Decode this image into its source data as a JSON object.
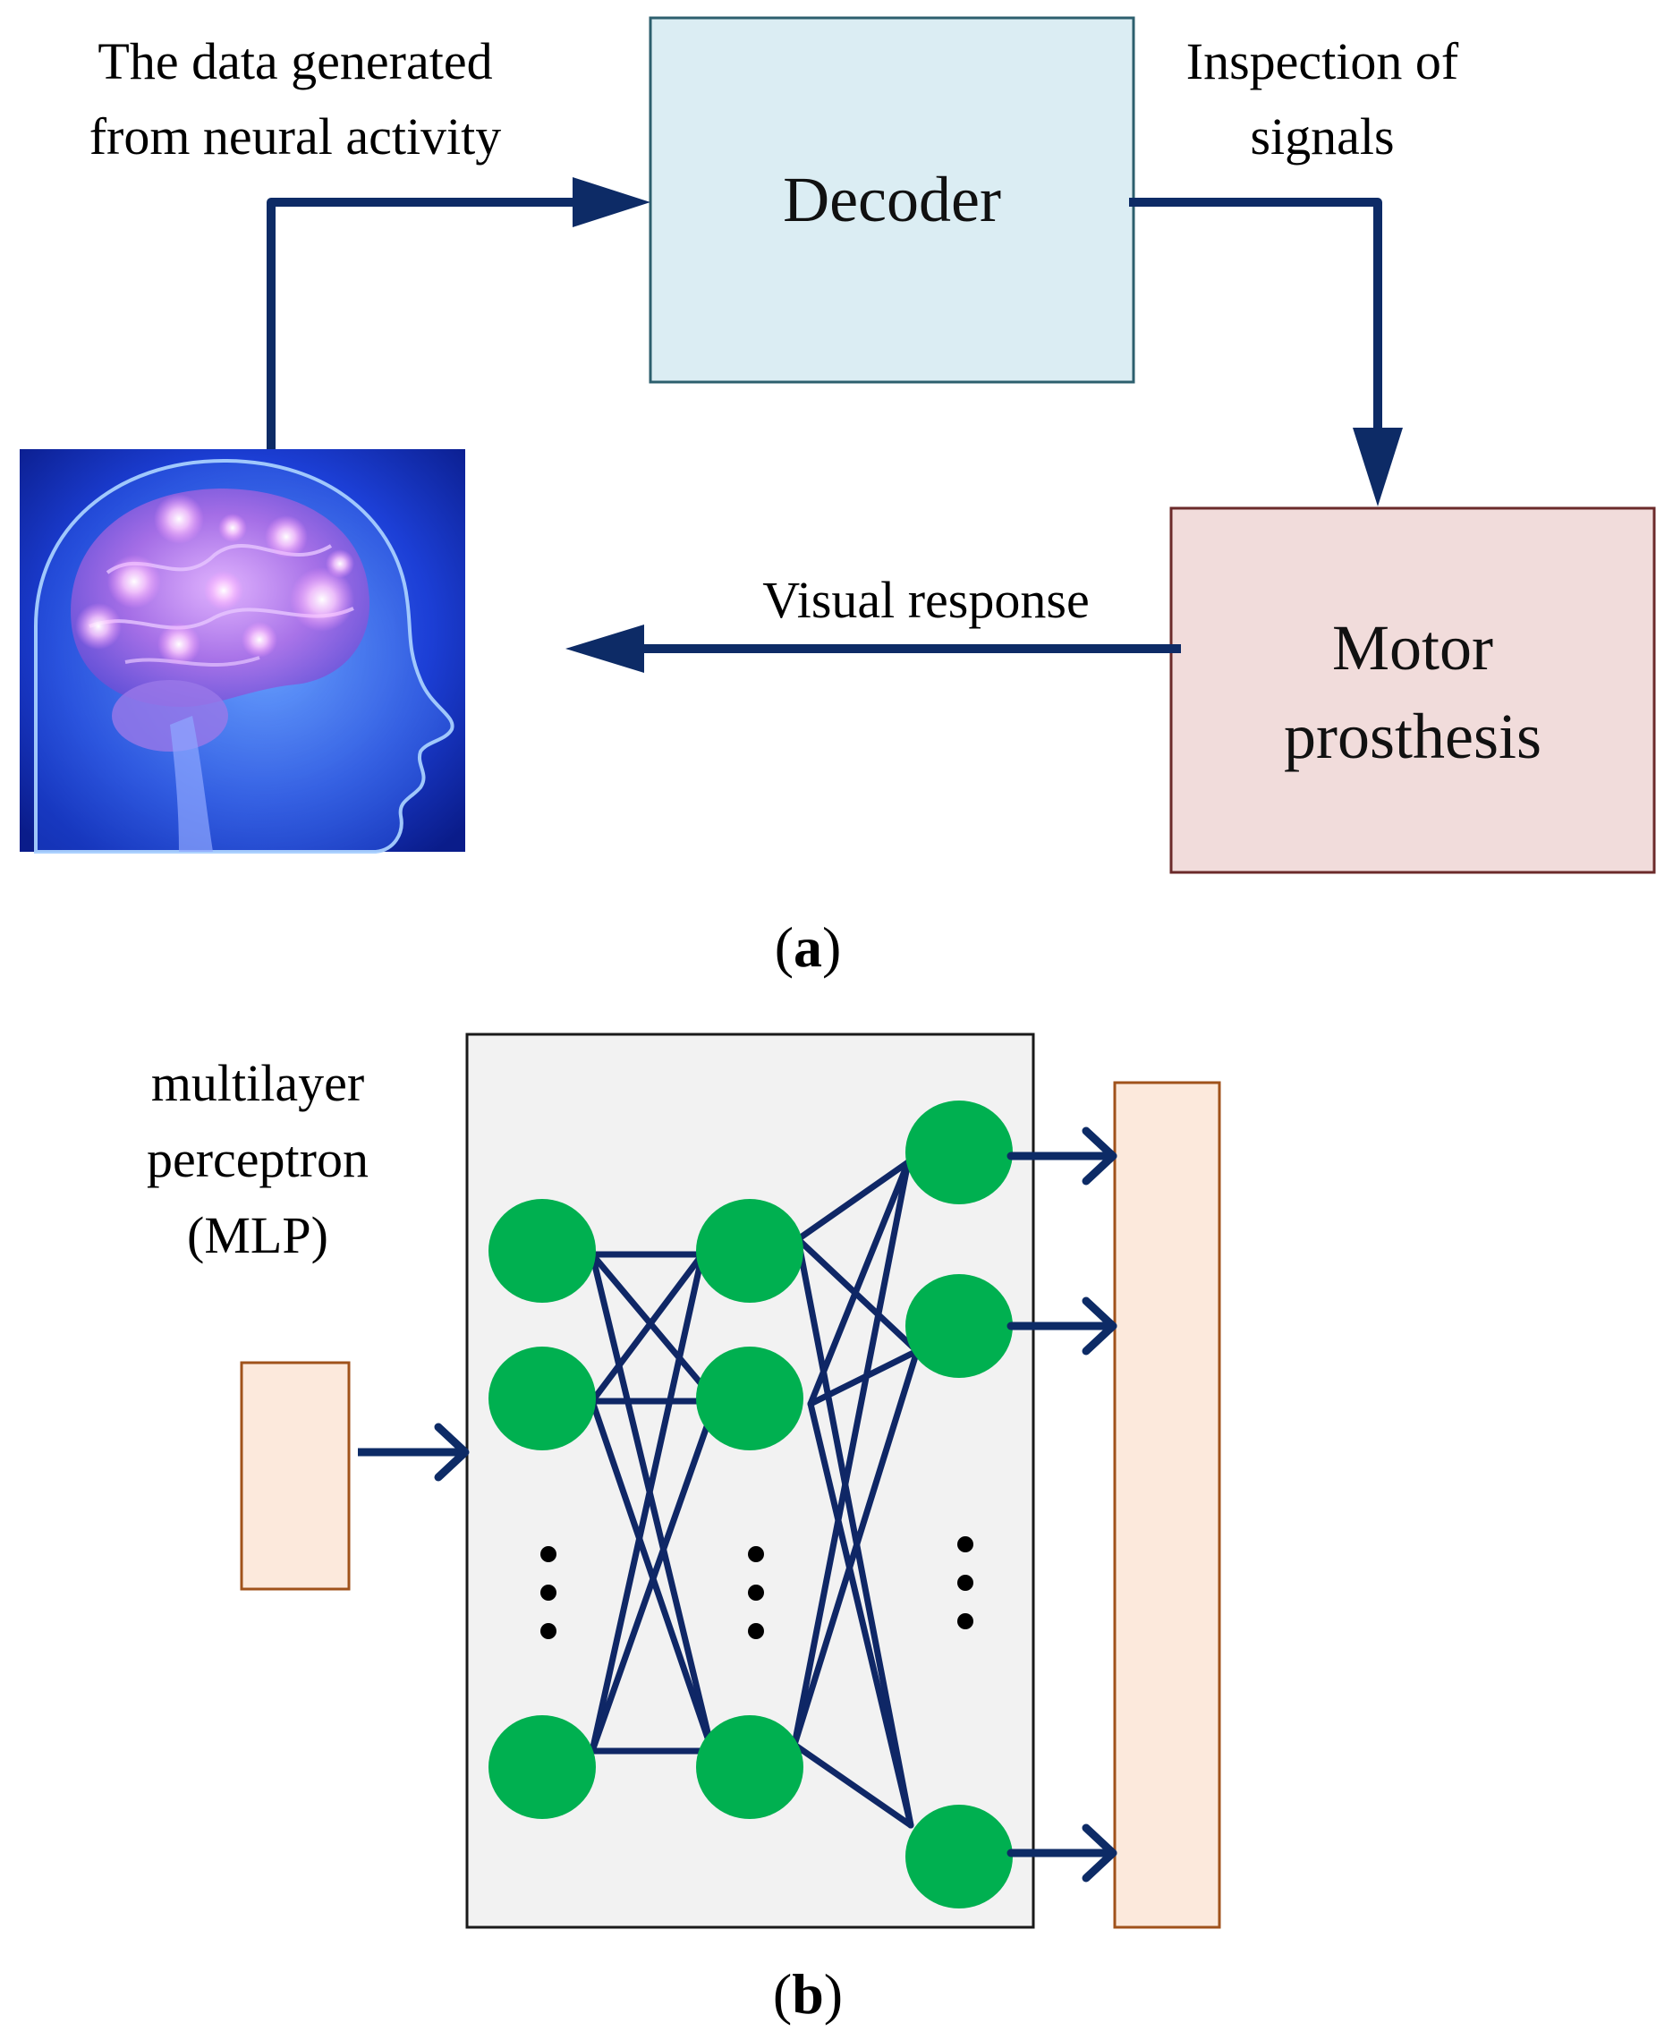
{
  "panel_a": {
    "input_label_line1": "The data generated",
    "input_label_line2": "from neural activity",
    "decoder_label": "Decoder",
    "inspection_label_line1": "Inspection of",
    "inspection_label_line2": "signals",
    "prosthesis_label_line1": "Motor",
    "prosthesis_label_line2": "prosthesis",
    "visual_response_label": "Visual response",
    "caption_letter": "a"
  },
  "panel_b": {
    "mlp_label_line1": "multilayer",
    "mlp_label_line2": "perceptron",
    "mlp_label_line3": "(MLP)",
    "caption_letter": "b"
  },
  "colors": {
    "arrow": "#0d2b66",
    "network_line": "#0f2766",
    "neuron": "#00b050",
    "decoder_fill": "#dbedf3",
    "decoder_stroke": "#2d5f6e",
    "prosthesis_fill": "#f1dcdb",
    "prosthesis_stroke": "#6b2a2a",
    "io_fill": "#fce9dc",
    "io_stroke": "#a0521b",
    "mlp_panel_fill": "#f2f2f2"
  },
  "icons": {
    "brain_image": "glowing-brain-head-illustration"
  }
}
